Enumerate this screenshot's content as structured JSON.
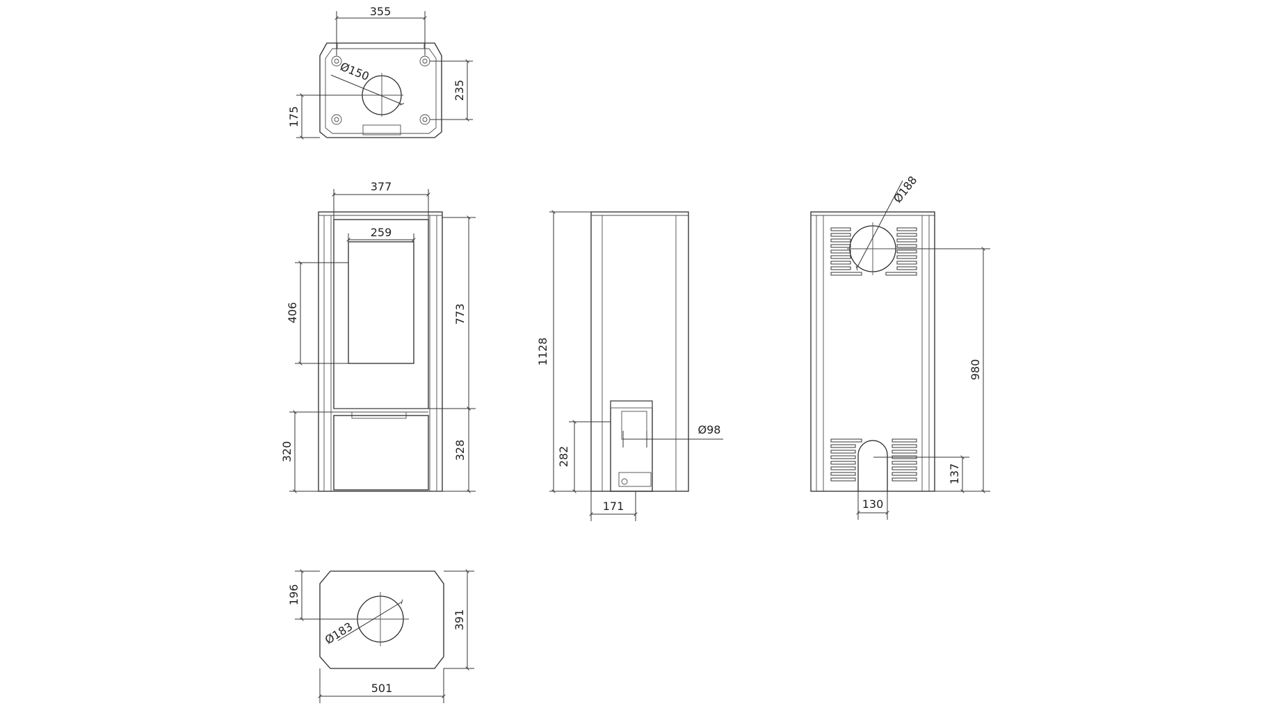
{
  "views": {
    "top": {
      "width": "355",
      "depth": "235",
      "flue_offset": "175",
      "flue_diameter": "Ø150"
    },
    "front": {
      "width": "377",
      "glass_width": "259",
      "glass_height": "406",
      "door_bottom": "773",
      "door_gap": "328",
      "ash_height": "320"
    },
    "side": {
      "height": "1128",
      "air_inlet_height": "282",
      "air_inlet_diameter": "Ø98",
      "air_inlet_offset": "171"
    },
    "back": {
      "flue_diameter": "Ø188",
      "flue_height": "980",
      "inlet_height": "137",
      "inlet_width": "130"
    },
    "base_plate": {
      "depth_offset": "196",
      "depth": "391",
      "width": "501",
      "hole_diameter": "Ø183"
    }
  },
  "colors": {
    "line": "#2a2a2a",
    "background": "#ffffff"
  }
}
